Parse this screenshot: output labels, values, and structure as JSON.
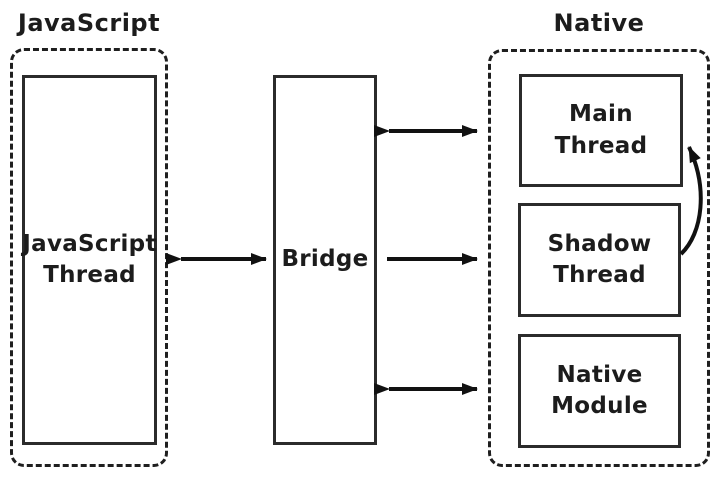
{
  "diagram": {
    "groups": [
      {
        "id": "javascript",
        "label": "JavaScript"
      },
      {
        "id": "native",
        "label": "Native"
      }
    ],
    "nodes": {
      "js_thread": {
        "label": "JavaScript\nThread",
        "group": "javascript"
      },
      "bridge": {
        "label": "Bridge",
        "group": null
      },
      "main_thread": {
        "label": "Main\nThread",
        "group": "native"
      },
      "shadow_thread": {
        "label": "Shadow\nThread",
        "group": "native"
      },
      "native_module": {
        "label": "Native\nModule",
        "group": "native"
      }
    },
    "arrows": [
      {
        "from": "js_thread",
        "to": "bridge",
        "type": "double-headed",
        "style": "straight"
      },
      {
        "from": "bridge",
        "to": "native",
        "type": "double-headed",
        "style": "straight",
        "row": "top"
      },
      {
        "from": "bridge",
        "to": "shadow_thread",
        "type": "single-headed",
        "style": "straight"
      },
      {
        "from": "bridge",
        "to": "native_module",
        "type": "double-headed",
        "style": "straight"
      },
      {
        "from": "shadow_thread",
        "to": "main_thread",
        "type": "single-headed",
        "style": "curved"
      }
    ],
    "colors": {
      "stroke": "#1f1f1f",
      "text": "#1c1c1c",
      "background": "#ffffff"
    }
  }
}
